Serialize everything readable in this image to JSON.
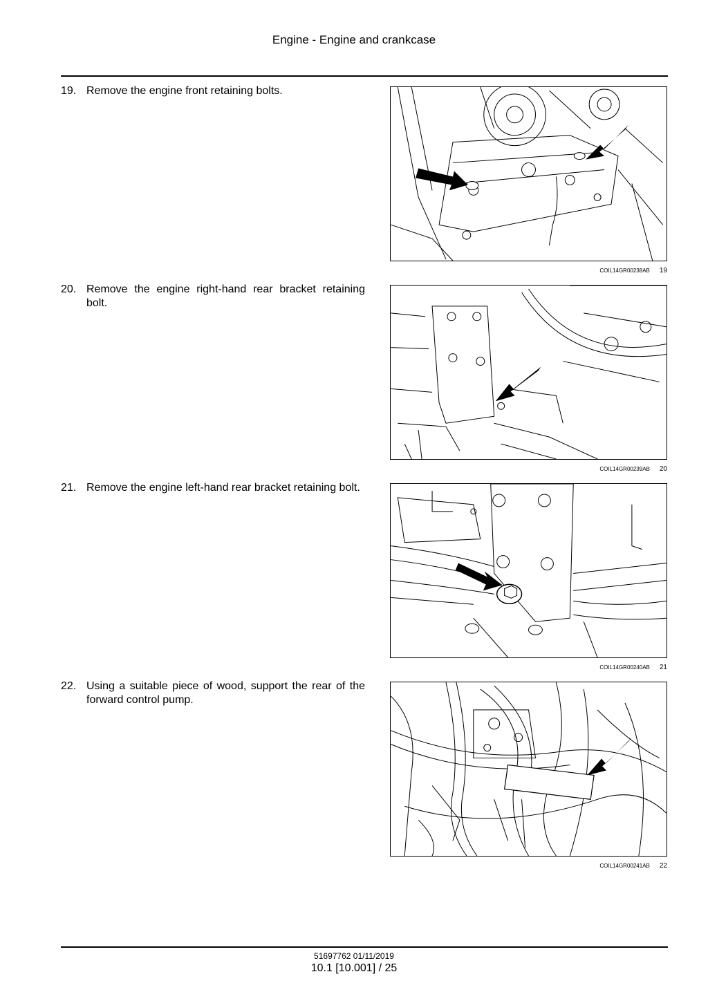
{
  "header": {
    "title": "Engine - Engine and crankcase"
  },
  "steps": [
    {
      "number": "19.",
      "text": "Remove the engine front retaining bolts.",
      "caption_code": "COIL14GR00238AB",
      "figure_number": "19"
    },
    {
      "number": "20.",
      "text": "Remove the engine right-hand rear bracket retaining bolt.",
      "caption_code": "COIL14GR00239AB",
      "figure_number": "20"
    },
    {
      "number": "21.",
      "text": "Remove the engine left-hand rear bracket retaining bolt.",
      "caption_code": "COIL14GR00240AB",
      "figure_number": "21"
    },
    {
      "number": "22.",
      "text": "Using a suitable piece of wood, support the rear of the forward control pump.",
      "caption_code": "COIL14GR00241AB",
      "figure_number": "22"
    }
  ],
  "footer": {
    "doc_code": "51697762 01/11/2019",
    "page": "10.1 [10.001] / 25"
  }
}
